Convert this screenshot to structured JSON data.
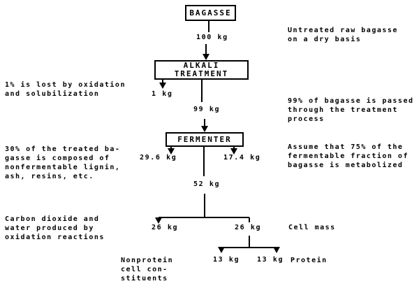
{
  "diagram": {
    "boxes": {
      "bagasse": "BAGASSE",
      "alkali_line1": "ALKALI",
      "alkali_line2": "TREATMENT",
      "fermenter": "FERMENTER"
    },
    "flows": {
      "feed": "100 kg",
      "loss": "1 kg",
      "treated": "99 kg",
      "nonfermentable": "29.6 kg",
      "fermentable_unmetabolized": "17.4 kg",
      "metabolized": "52 kg",
      "co2_water": "26 kg",
      "cell_mass": "26 kg",
      "nonprotein": "13 kg",
      "protein": "13 kg"
    },
    "annotations": {
      "untreated": "Untreated raw bagasse\non a dry basis",
      "loss": "1% is lost by oxidation\nand solubilization",
      "passed": "99% of bagasse is passed\nthrough the treatment\nprocess",
      "composition": "30% of the treated ba-\ngasse is composed of\nnonfermentable lignin,\nash, resins, etc.",
      "assumption": "Assume that 75% of the\nfermentable fraction of\nbagasse is metabolized",
      "oxidation": "Carbon dioxide and\nwater produced by\noxidation reactions",
      "cell_mass": "Cell mass",
      "nonprotein": "Nonprotein\ncell con-\nstituents",
      "protein": "Protein"
    },
    "colors": {
      "ink": "#000000",
      "background": "#ffffff"
    }
  }
}
